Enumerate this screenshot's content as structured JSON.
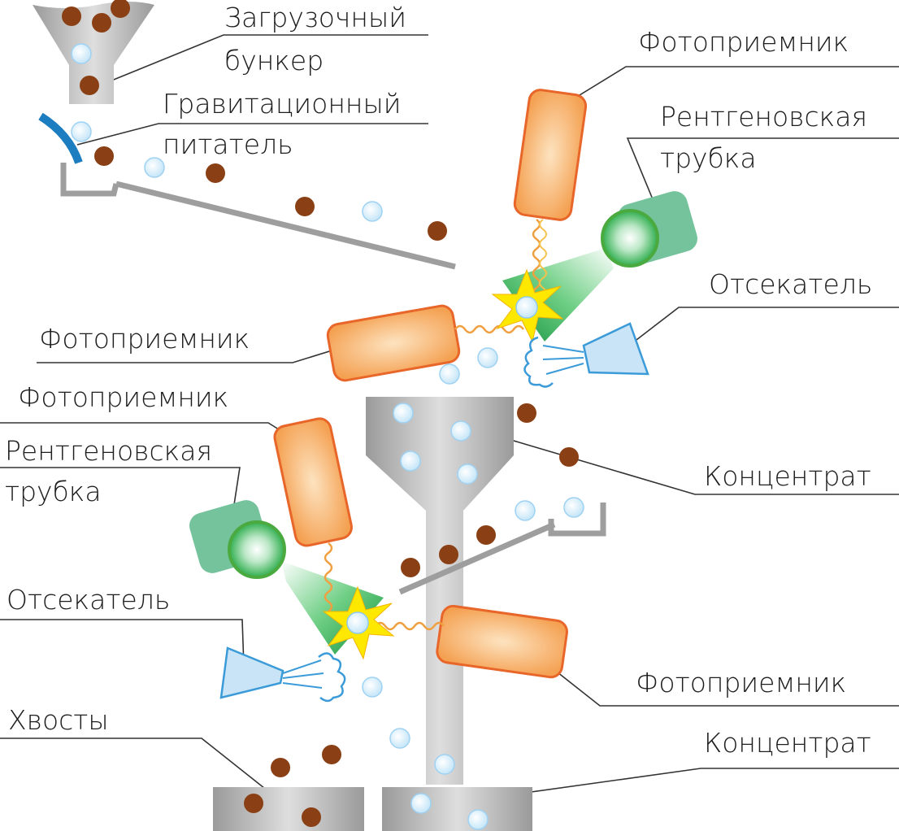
{
  "labels": {
    "hopper_line1": "Загрузочный",
    "hopper_line2": "бункер",
    "feeder_line1": "Гравитационный",
    "feeder_line2": "питатель",
    "photo_top_right": "Фотоприемник",
    "xray_top_line1": "Рентгеновская",
    "xray_top_line2": "трубка",
    "ejector_top": "Отсекатель",
    "photo_mid_left": "Фотоприемник",
    "photo_lower_left": "Фотоприемник",
    "xray_bottom_line1": "Рентгеновская",
    "xray_bottom_line2": "трубка",
    "concentrate_mid": "Концентрат",
    "ejector_bottom": "Отсекатель",
    "photo_bottom_right": "Фотоприемник",
    "tails": "Хвосты",
    "concentrate_bottom": "Концентрат"
  },
  "colors": {
    "ore_particle": "#8a3f14",
    "mineral_particle": "#cfe9f8",
    "photodetector": "#f5a65a",
    "xray_tube": "#72c29a",
    "xray_beam": "#1e9e4a",
    "flash": "#ffe800",
    "ejector": "#c8e4f6",
    "feeder_chute": "#1c7dc0",
    "hopper": "#b3b3b3"
  }
}
